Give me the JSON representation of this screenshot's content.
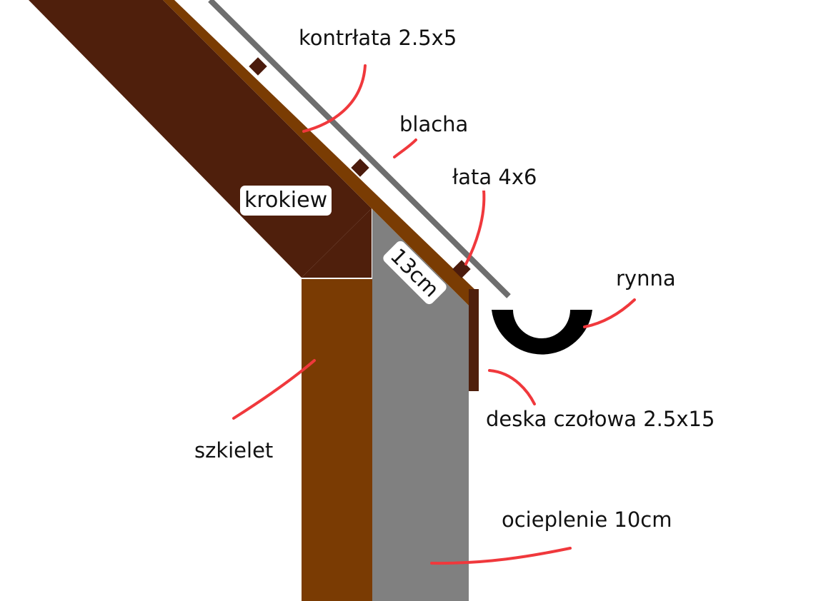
{
  "colors": {
    "rafter": "#4f1f0c",
    "board": "#7a3c03",
    "frame": "#7a3b03",
    "insulation": "#808080",
    "metal_sheet": "#6e6e6e",
    "gutter": "#000000",
    "leader": "#f0383c",
    "batten": "#4b1b0c"
  },
  "labels": {
    "kontrlata": "kontrłata 2.5x5",
    "blacha": "blacha",
    "lata": "łata 4x6",
    "krokiew": "krokiew",
    "thickness": "13cm",
    "rynna": "rynna",
    "deska": "deska czołowa 2.5x15",
    "szkielet": "szkielet",
    "ocieplenie": "ocieplenie 10cm"
  }
}
